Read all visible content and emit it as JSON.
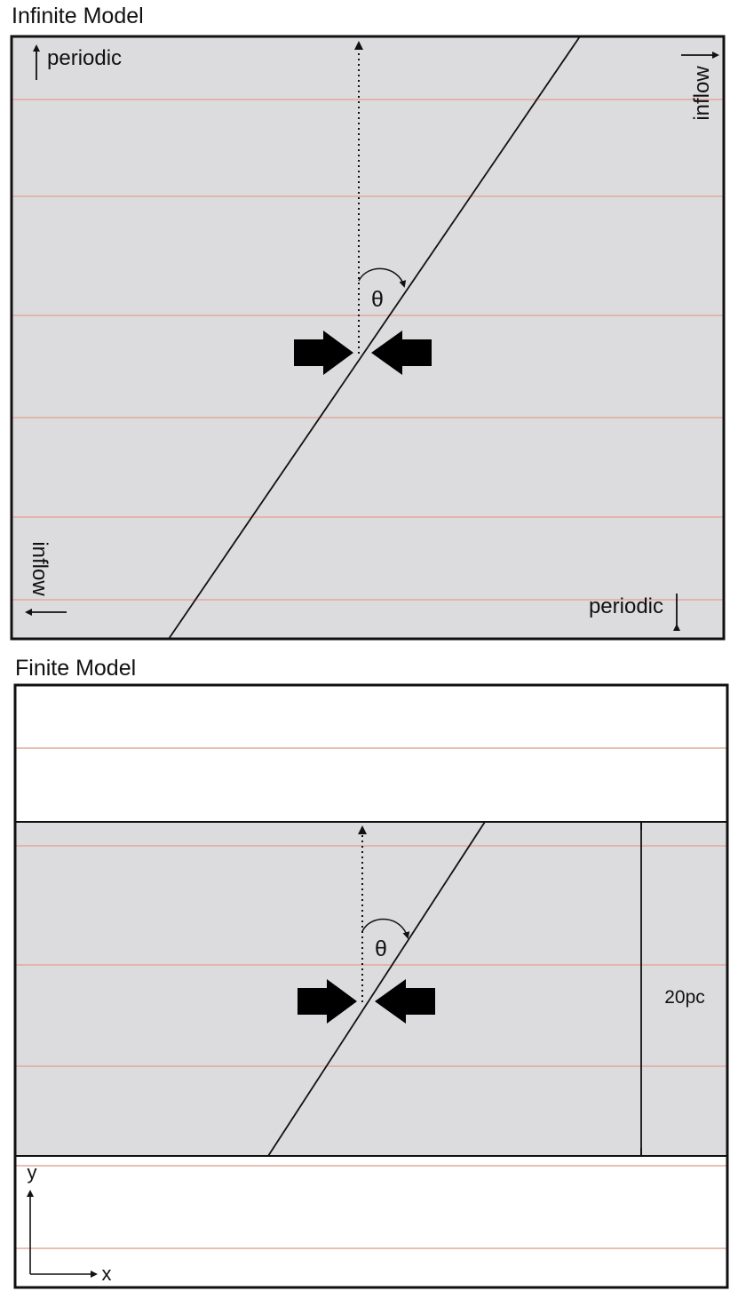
{
  "panels": {
    "infinite": {
      "title": "Infinite Model",
      "theta_label": "θ",
      "periodic_label_top": "periodic",
      "periodic_label_bottom": "periodic",
      "inflow_label_right": "inflow",
      "inflow_label_left": "inflow"
    },
    "finite": {
      "title": "Finite Model",
      "theta_label": "θ",
      "height_label": "20pc",
      "axis_x_label": "x",
      "axis_y_label": "y"
    }
  },
  "colors": {
    "slab_fill": "#dcdcde",
    "field_line": "#e3a89c",
    "stroke": "#111111",
    "background": "#ffffff"
  },
  "icons": [
    "up-arrow-icon",
    "down-arrow-icon",
    "right-arrow-icon",
    "left-arrow-icon",
    "compression-arrow-icon"
  ]
}
